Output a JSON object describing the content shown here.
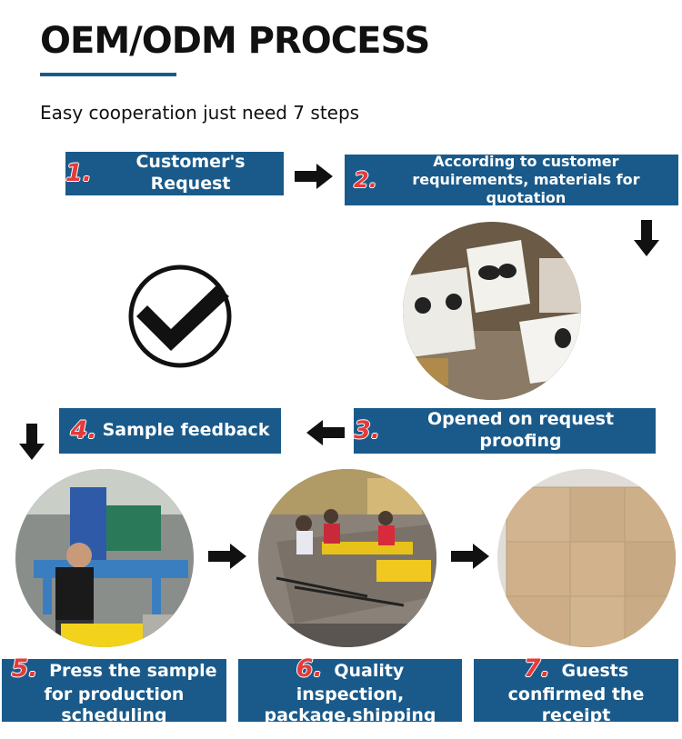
{
  "header": {
    "title": "OEM/ODM PROCESS",
    "subtitle": "Easy cooperation just need 7 steps"
  },
  "colors": {
    "step_box": "#1a5a8a",
    "step_number": "#e53a3a",
    "arrow": "#111111"
  },
  "steps": [
    {
      "number": "1.",
      "text": "Customer's Request"
    },
    {
      "number": "2.",
      "text": "According to customer requirements, materials for quotation"
    },
    {
      "number": "3.",
      "text": "Opened on request proofing"
    },
    {
      "number": "4.",
      "text": "Sample feedback"
    },
    {
      "number": "5.",
      "text": "Press the sample for production scheduling"
    },
    {
      "number": "6.",
      "text": "Quality inspection, package,shipping"
    },
    {
      "number": "7.",
      "text": "Guests confirmed the receipt"
    }
  ],
  "icons": {
    "check": "check-circle-icon",
    "arrow": "arrow-icon"
  },
  "photos": [
    {
      "subject": "metal boxes quotation"
    },
    {
      "subject": "robotic welding workshop"
    },
    {
      "subject": "assembly line workers"
    },
    {
      "subject": "packed cartons"
    }
  ]
}
